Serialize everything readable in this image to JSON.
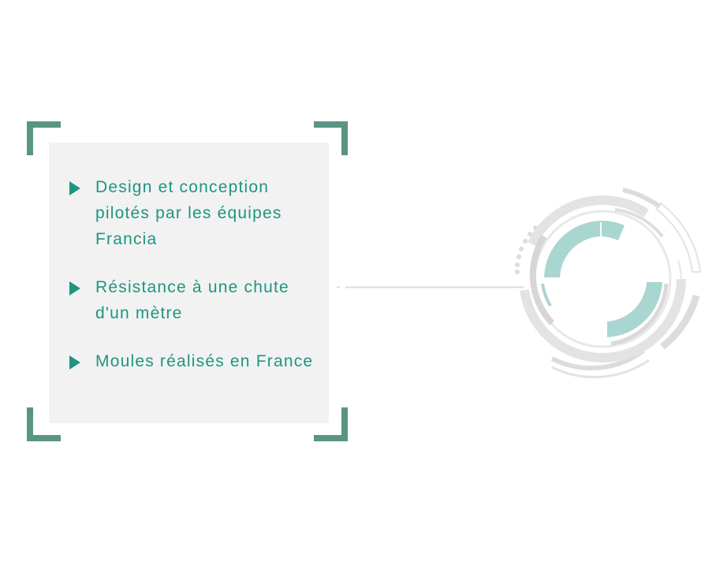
{
  "features": [
    {
      "text": "Design et conception pilotés par les équipes Francia"
    },
    {
      "text": "Résistance à une chute d'un mètre"
    },
    {
      "text": "Moules réalisés en France"
    }
  ],
  "colors": {
    "accent_text": "#1e9580",
    "frame_corner": "#5a9485",
    "panel_bg": "#f2f2f2",
    "gauge_teal": "#a9d6d0",
    "gauge_grey": "#dcdcdc"
  },
  "icons": {
    "bullet": "triangle-right-icon",
    "dial": "circular-gauge-icon"
  }
}
